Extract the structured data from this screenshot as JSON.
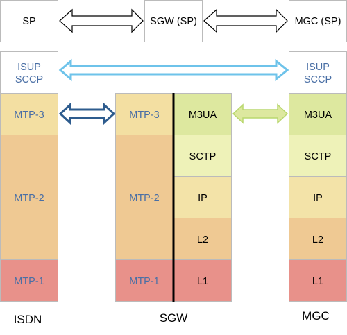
{
  "top_row": {
    "sp": "SP",
    "sgw_sp": "SGW (SP)",
    "mgc_sp": "MGC (SP)"
  },
  "isdn": {
    "isup": "ISUP",
    "sccp": "SCCP",
    "mtp3": "MTP-3",
    "mtp2": "MTP-2",
    "mtp1": "MTP-1",
    "caption": "ISDN"
  },
  "sgw": {
    "mtp3": "MTP-3",
    "mtp2": "MTP-2",
    "mtp1": "MTP-1",
    "m3ua": "M3UA",
    "sctp": "SCTP",
    "ip": "IP",
    "l2": "L2",
    "l1": "L1",
    "caption": "SGW"
  },
  "mgc": {
    "isup": "ISUP",
    "sccp": "SCCP",
    "m3ua": "M3UA",
    "sctp": "SCTP",
    "ip": "IP",
    "l2": "L2",
    "l1": "L1",
    "caption": "MGC"
  },
  "colors": {
    "mtp_text": "#4a6fa5",
    "isup_fill": "#ffffff",
    "mtp3_fill": "#f3dfa2",
    "mtp2_fill": "#efc993",
    "mtp1_fill": "#e8918a",
    "m3ua_fill": "#dde89f",
    "sctp_fill": "#eef2b8",
    "ip_fill": "#f3e3a8",
    "l2_fill": "#efc993",
    "l1_fill": "#e8918a",
    "arrow_light_blue": "#6ec3ea",
    "arrow_dark_blue": "#2e5c8e",
    "arrow_green": "#b9d76e"
  }
}
